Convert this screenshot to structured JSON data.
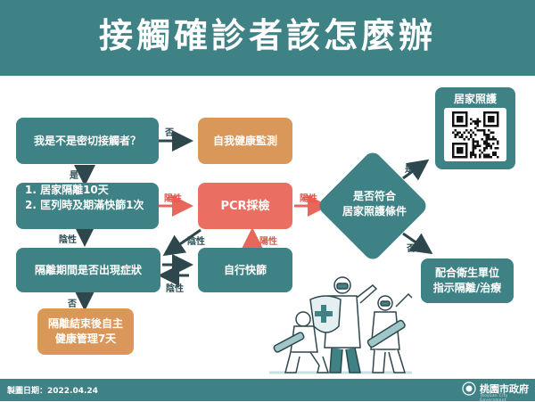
{
  "title": "接觸確診者該怎麼辦",
  "colors": {
    "teal": "#3f8286",
    "orange": "#d9975a",
    "red": "#ea6f62",
    "arrow_dark": "#2e474c",
    "arrow_red": "#e6685a"
  },
  "flow": {
    "q_close_contact": "我是不是密切接觸者？",
    "self_monitor": "自我健康監測",
    "home_isolation_line1": "1. 居家隔離10天",
    "home_isolation_line2": "2. 匡列時及期滿快篩1次",
    "pcr": "PCR採檢",
    "q_symptoms": "隔離期間是否出現症狀",
    "self_rapid_test": "自行快篩",
    "end_isolation_line1": "隔離結束後自主",
    "end_isolation_line2": "健康管理7天",
    "q_home_care_line1": "是否符合",
    "q_home_care_line2": "居家照護條件",
    "home_care": "居家照護",
    "follow_health_line1": "配合衛生單位",
    "follow_health_line2": "指示隔離/治療"
  },
  "labels": {
    "no": "否",
    "yes": "是",
    "negative": "陰性",
    "positive": "陽性"
  },
  "footer": {
    "date": "製圖日期：2022.04.24",
    "org": "桃園市政府",
    "org_en": "Taoyuan City Government"
  },
  "icons": {
    "qr": "qr-code-icon",
    "seal": "city-seal-icon",
    "illustration": "medical-workers-illustration"
  }
}
